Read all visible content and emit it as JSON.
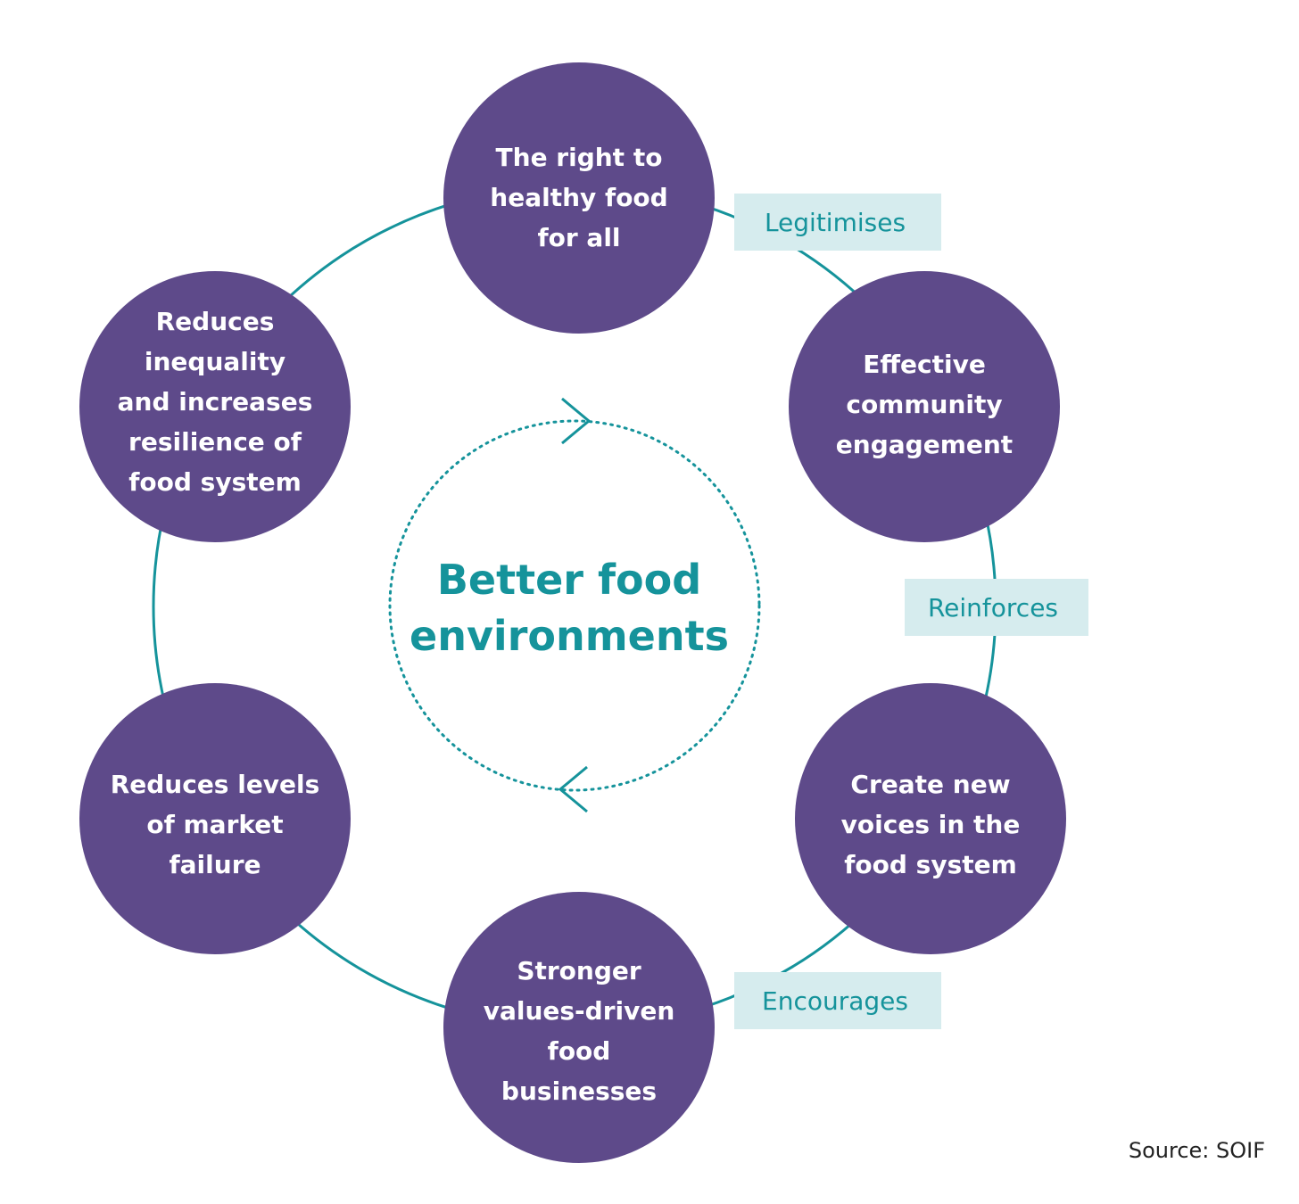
{
  "diagram": {
    "center_title": {
      "line1": "Better food",
      "line2": "environments"
    },
    "nodes": [
      {
        "id": "right-to-food",
        "lines": [
          "The right to",
          "healthy food",
          "for all"
        ]
      },
      {
        "id": "community-engagement",
        "lines": [
          "Effective",
          "community",
          "engagement"
        ]
      },
      {
        "id": "new-voices",
        "lines": [
          "Create new",
          "voices in the",
          "food system"
        ]
      },
      {
        "id": "values-driven",
        "lines": [
          "Stronger",
          "values-driven",
          "food",
          "businesses"
        ]
      },
      {
        "id": "market-failure",
        "lines": [
          "Reduces levels",
          "of market",
          "failure"
        ]
      },
      {
        "id": "reduces-inequality",
        "lines": [
          "Reduces",
          "inequality",
          "and increases",
          "resilience of",
          "food system"
        ]
      }
    ],
    "edge_labels": {
      "legitimises": "Legitimises",
      "reinforces": "Reinforces",
      "encourages": "Encourages"
    }
  },
  "source": "Source: SOIF",
  "colors": {
    "node_fill": "#5e4a8a",
    "ring_stroke": "#15939b",
    "label_bg": "#d6ecee",
    "label_text": "#15939b",
    "center_text": "#15939b"
  }
}
